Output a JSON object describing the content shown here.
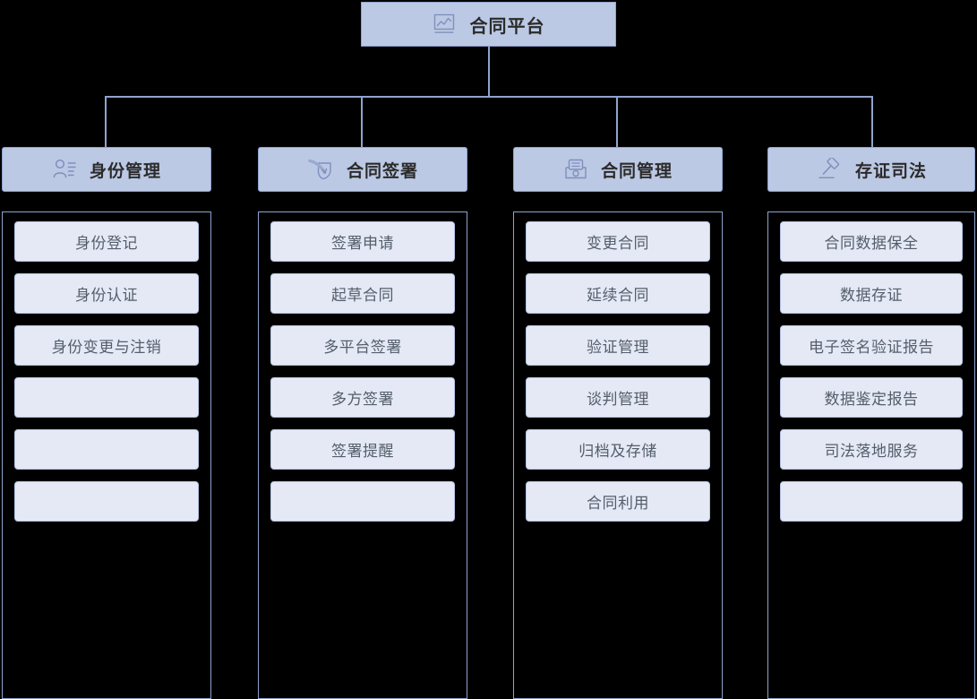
{
  "root": {
    "label": "合同平台",
    "icon": "chart-icon"
  },
  "connectors": {
    "color": "#8fa3cf"
  },
  "colors": {
    "header_fill": "#bcc9e4",
    "header_border": "#8fa3cf",
    "item_fill": "#e4e9f5",
    "item_border": "#b6c4e3",
    "line": "#8fa3cf",
    "background": "#000000",
    "header_text": "#2b2b2b",
    "item_text": "#555e6b"
  },
  "columns": [
    {
      "header": "身份管理",
      "icon": "user-list-icon",
      "items": [
        {
          "label": "身份登记"
        },
        {
          "label": "身份认证"
        },
        {
          "label": "身份变更与注销"
        },
        {
          "label": ""
        },
        {
          "label": ""
        },
        {
          "label": ""
        }
      ]
    },
    {
      "header": "合同签署",
      "icon": "quill-sign-icon",
      "items": [
        {
          "label": "签署申请"
        },
        {
          "label": "起草合同"
        },
        {
          "label": "多平台签署"
        },
        {
          "label": "多方签署"
        },
        {
          "label": "签署提醒"
        },
        {
          "label": ""
        }
      ]
    },
    {
      "header": "合同管理",
      "icon": "document-tray-icon",
      "items": [
        {
          "label": "变更合同"
        },
        {
          "label": "延续合同"
        },
        {
          "label": "验证管理"
        },
        {
          "label": "谈判管理"
        },
        {
          "label": "归档及存储"
        },
        {
          "label": "合同利用"
        }
      ]
    },
    {
      "header": "存证司法",
      "icon": "gavel-icon",
      "items": [
        {
          "label": "合同数据保全"
        },
        {
          "label": "数据存证"
        },
        {
          "label": "电子签名验证报告"
        },
        {
          "label": "数据鉴定报告"
        },
        {
          "label": "司法落地服务"
        },
        {
          "label": ""
        }
      ]
    }
  ]
}
